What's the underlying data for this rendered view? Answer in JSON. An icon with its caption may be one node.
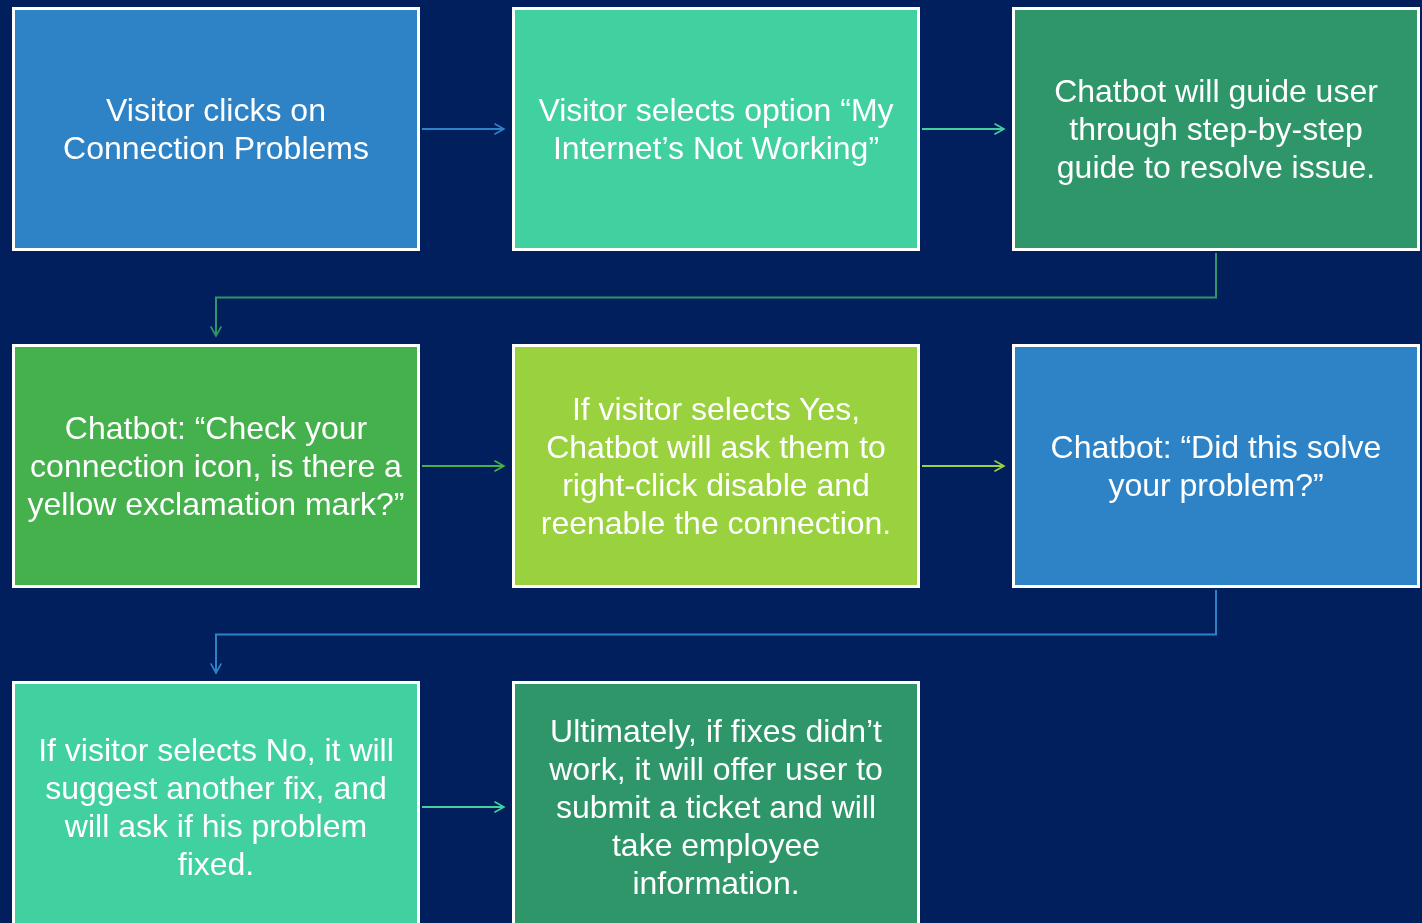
{
  "diagram": {
    "nodes": [
      {
        "text": [
          "Visitor clicks on Connection Problems"
        ]
      },
      {
        "text": [
          "Visitor selects option “My Internet’s Not Working”"
        ]
      },
      {
        "text": [
          "Chatbot will guide user through step-by-step guide to resolve issue."
        ]
      },
      {
        "text": [
          "Chatbot: “Check your connection icon, is there a yellow exclamation mark?”"
        ]
      },
      {
        "text": [
          "If visitor selects Yes, Chatbot will ask them to right-click disable and reenable the connection."
        ]
      },
      {
        "text": [
          "Chatbot: “Did this solve your problem?”"
        ]
      },
      {
        "text": [
          "If visitor selects No, it will suggest another fix, and will ask if his problem fixed."
        ]
      },
      {
        "text": [
          "Ultimately, if fixes didn’t work, it will offer user to submit a ticket and will take employee information."
        ]
      }
    ],
    "edges": [
      {
        "from": 0,
        "to": 1,
        "arrow": "to",
        "color": "#2e83c6"
      },
      {
        "from": 1,
        "to": 2,
        "arrow": "to",
        "color": "#41d0a0"
      },
      {
        "from": 2,
        "to": 3,
        "arrow": "to",
        "color": "#2e9669"
      },
      {
        "from": 3,
        "to": 4,
        "arrow": "to",
        "color": "#45b14d"
      },
      {
        "from": 4,
        "to": 5,
        "arrow": "to",
        "color": "#99d13f"
      },
      {
        "from": 5,
        "to": 6,
        "arrow": "to",
        "color": "#2e83c6"
      },
      {
        "from": 6,
        "to": 7,
        "arrow": "to",
        "color": "#41d0a0"
      }
    ]
  }
}
